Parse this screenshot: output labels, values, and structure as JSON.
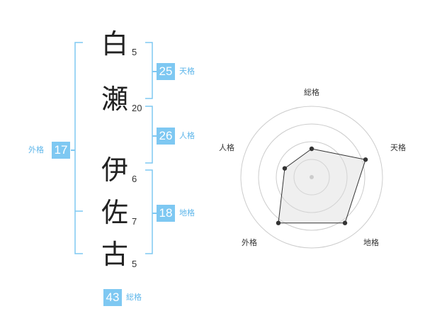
{
  "surname": [
    {
      "char": "白",
      "strokes": "5"
    },
    {
      "char": "瀬",
      "strokes": "20"
    }
  ],
  "given_name": [
    {
      "char": "伊",
      "strokes": "6"
    },
    {
      "char": "佐",
      "strokes": "7"
    },
    {
      "char": "古",
      "strokes": "5"
    }
  ],
  "kaku": {
    "tenkaku": {
      "label": "天格",
      "value": "25"
    },
    "jinkaku": {
      "label": "人格",
      "value": "26"
    },
    "chikaku": {
      "label": "地格",
      "value": "18"
    },
    "gaikaku": {
      "label": "外格",
      "value": "17"
    },
    "soukaku": {
      "label": "総格",
      "value": "43"
    }
  },
  "colors": {
    "accent": "#7ec8f2",
    "accent_text": "#5eb6ea",
    "bracket": "#7ec8f2",
    "polygon_fill": "#eeeeee",
    "ring": "#cccccc"
  },
  "chart_data": {
    "type": "radar",
    "axes": [
      "総格",
      "天格",
      "地格",
      "外格",
      "人格"
    ],
    "values": [
      2,
      4,
      4,
      4,
      2
    ],
    "max": 5
  }
}
